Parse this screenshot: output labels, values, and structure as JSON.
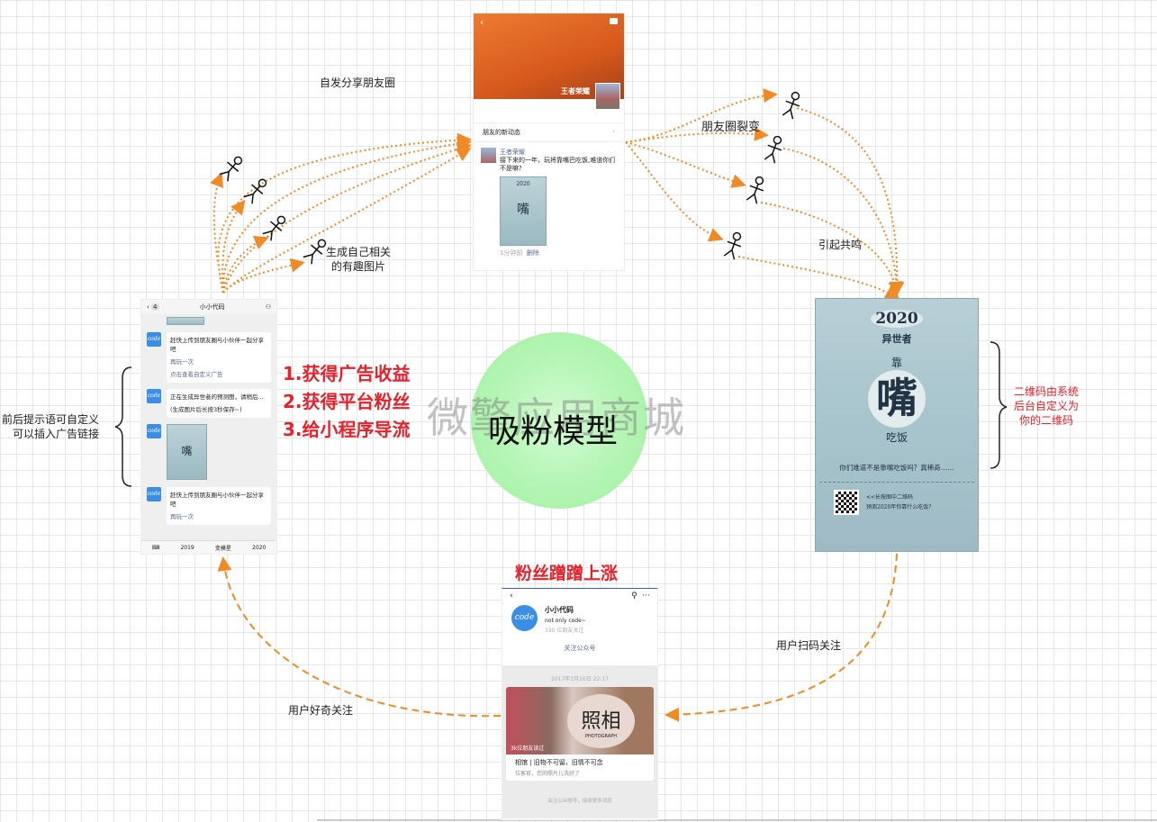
{
  "center": {
    "title": "吸粉模型",
    "watermark": "微擎应用商城"
  },
  "benefits": [
    "1.获得广告收益",
    "2.获得平台粉丝",
    "3.给小程序导流"
  ],
  "labels": {
    "share": "自发分享朋友圈",
    "generate": "生成自己相关\n的有趣图片",
    "fission": "朋友圈裂变",
    "resonance": "引起共鸣",
    "tips": "前后提示语可自定义\n可以插入广告链接",
    "qrcode": "二维码由系统\n后台自定义为\n你的二维码",
    "growth": "粉丝蹭蹭上涨",
    "scan": "用户扫码关注",
    "curious": "用户好奇关注"
  },
  "moments": {
    "user": "王者荣耀",
    "friends_updates": "朋友的新动态",
    "post_author": "王者荣耀",
    "post_text": "接下来的一年，玩将靠嘴巴吃饭,难道你们不是嘛?",
    "time": "1分钟前",
    "delete": "删除",
    "poster_year": "2020"
  },
  "chat": {
    "badge": "4",
    "title": "小小代码",
    "avatar_text": "code",
    "messages": [
      {
        "text": "赶快上传到朋友圈与小伙伴一起分享吧",
        "links": [
          "再玩一次",
          "点击查看自定义广告"
        ]
      },
      {
        "text": "正在生成异世者的预测图，请稍后...",
        "note": "(生成图片后长按3秒保存~)"
      },
      {
        "text": "赶快上传到朋友圈与小伙伴一起分享吧",
        "links": [
          "再玩一次"
        ]
      }
    ],
    "tabs": [
      "2019",
      "变模星",
      "2020"
    ]
  },
  "poster": {
    "year": "2020",
    "subtitle": "异世者",
    "top": "靠",
    "big": "嘴",
    "bottom": "吃饭",
    "line": "你们难道不是靠嘴吃饭吗？真稀奇……",
    "qr_text1": "<<长按图中二维码",
    "qr_text2": "预测2020年你靠什么吃饭?"
  },
  "account": {
    "name": "小小代码",
    "desc": "not only code~",
    "followers": "330 位朋友关注",
    "follow": "关注公众号",
    "date": "2017年3月10日 22:17",
    "sign": "照相",
    "sign_en": "PHOTOGRAPH",
    "article_title": "相馆 | 旧物不可留，旧情不可念",
    "article_sub": "位客官，您的照片儿洗好了",
    "read": "3k位朋友读过",
    "footer": "关注公众账号，接收更多消息"
  },
  "colors": {
    "arrow": "#f08a24",
    "red": "#e8202a",
    "circle": "#9ef0a0"
  }
}
